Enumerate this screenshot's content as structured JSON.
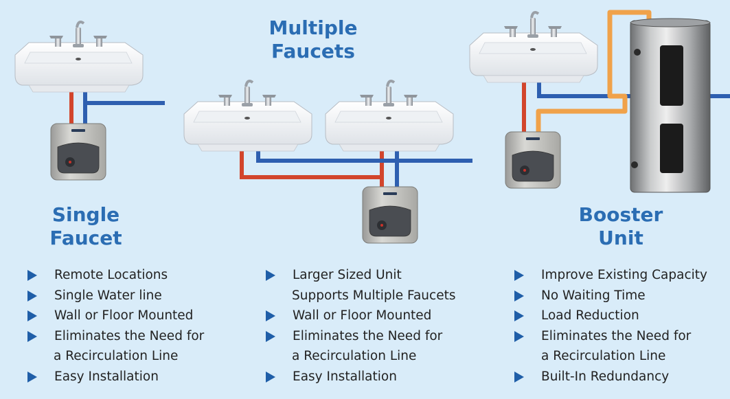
{
  "headings": {
    "single": [
      "Single",
      "Faucet"
    ],
    "multiple": [
      "Multiple",
      "Faucets"
    ],
    "booster": [
      "Booster",
      "Unit"
    ]
  },
  "columns": {
    "single": [
      {
        "text": "Remote Locations",
        "bullet": true
      },
      {
        "text": "Single Water line",
        "bullet": true
      },
      {
        "text": "Wall or Floor Mounted",
        "bullet": true
      },
      {
        "text": "Eliminates the Need for",
        "bullet": true
      },
      {
        "text": "a Recirculation Line",
        "bullet": false
      },
      {
        "text": "Easy Installation",
        "bullet": true
      }
    ],
    "multiple": [
      {
        "text": "Larger Sized Unit",
        "bullet": true
      },
      {
        "text": "Supports Multiple Faucets",
        "bullet": false
      },
      {
        "text": "Wall or Floor Mounted",
        "bullet": true
      },
      {
        "text": "Eliminates the Need for",
        "bullet": true
      },
      {
        "text": "a Recirculation Line",
        "bullet": false
      },
      {
        "text": "Easy Installation",
        "bullet": true
      }
    ],
    "booster": [
      {
        "text": "Improve Existing Capacity",
        "bullet": true
      },
      {
        "text": "No Waiting Time",
        "bullet": true
      },
      {
        "text": "Load Reduction",
        "bullet": true
      },
      {
        "text": "Eliminates the Need for",
        "bullet": true
      },
      {
        "text": "a Recirculation Line",
        "bullet": false
      },
      {
        "text": "Built-In Redundancy",
        "bullet": true
      }
    ]
  },
  "colors": {
    "background": "#d9ecf9",
    "heading": "#2b6db3",
    "bullet": "#1f5ea8",
    "hot_pipe": "#d2452c",
    "cold_pipe": "#2e5fb0",
    "supply_pipe": "#f0a24a"
  }
}
